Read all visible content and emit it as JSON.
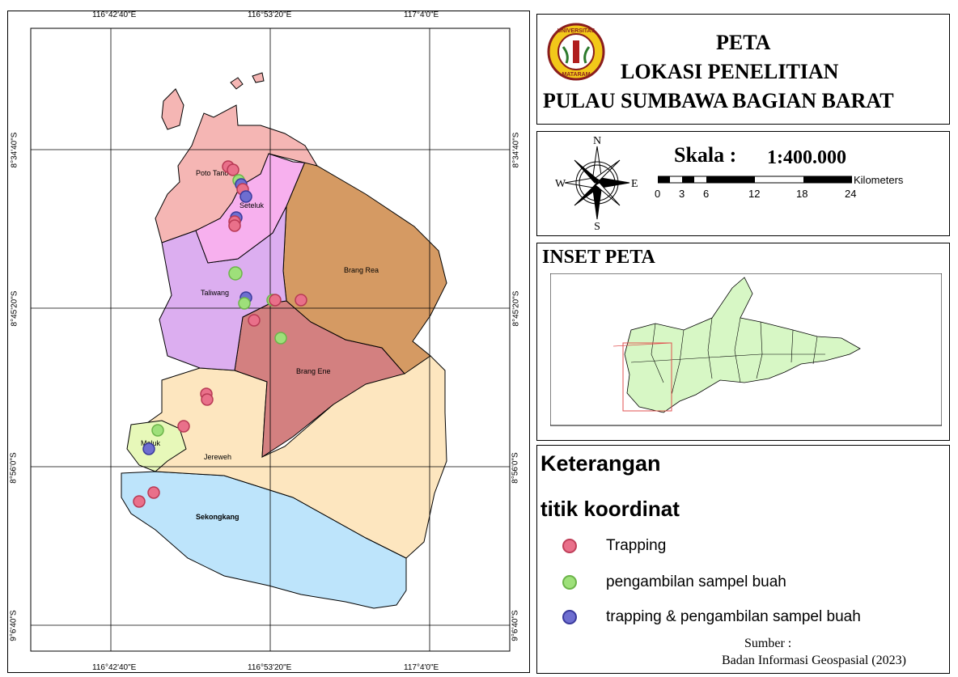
{
  "map": {
    "grid_top": [
      "116°42'40\"E",
      "116°53'20\"E",
      "117°4'0\"E"
    ],
    "grid_bottom": [
      "116°42'40\"E",
      "116°53'20\"E",
      "117°4'0\"E"
    ],
    "grid_left": [
      "8°34'40\"S",
      "8°45'20\"S",
      "8°56'0\"S",
      "9°6'40\"S"
    ],
    "grid_right": [
      "8°34'40\"S",
      "8°45'20\"S",
      "8°56'0\"S",
      "9°6'40\"S"
    ],
    "regions": [
      "Poto Tano",
      "Seteluk",
      "Brang Rea",
      "Taliwang",
      "Brang Ene",
      "Jereweh",
      "Maluk",
      "Sekongkang"
    ],
    "colors": {
      "poto_tano": "#f5b6b4",
      "seteluk": "#f7b0ee",
      "brang_rea": "#d59a63",
      "taliwang": "#dcaef0",
      "brang_ene": "#d38080",
      "jereweh": "#fde6bf",
      "maluk": "#e7f8b9",
      "sekongkang": "#bde4fb",
      "trapping": "#e9708a",
      "sampel": "#9ee07a",
      "both": "#6e6ed0"
    }
  },
  "title": {
    "line1": "PETA",
    "line2": "LOKASI PENELITIAN",
    "line3": "PULAU SUMBAWA BAGIAN BARAT",
    "logo_text_top": "UNIVERSITAS",
    "logo_text_bottom": "MATARAM"
  },
  "scale": {
    "label": "Skala :",
    "value": "1:400.000",
    "unit": "Kilometers",
    "ticks": [
      "0",
      "3",
      "6",
      "12",
      "18",
      "24"
    ],
    "compass": {
      "n": "N",
      "s": "S",
      "e": "E",
      "w": "W"
    }
  },
  "inset": {
    "title": "INSET PETA"
  },
  "legend": {
    "title": "Keterangan",
    "subtitle": "titik koordinat",
    "items": [
      {
        "label": "Trapping",
        "color": "#e9708a"
      },
      {
        "label": "pengambilan sampel buah",
        "color": "#9ee07a"
      },
      {
        "label": "trapping & pengambilan sampel buah",
        "color": "#6e6ed0"
      }
    ],
    "source_label": "Sumber :",
    "source_value": "Badan Informasi Geospasial (2023)"
  }
}
